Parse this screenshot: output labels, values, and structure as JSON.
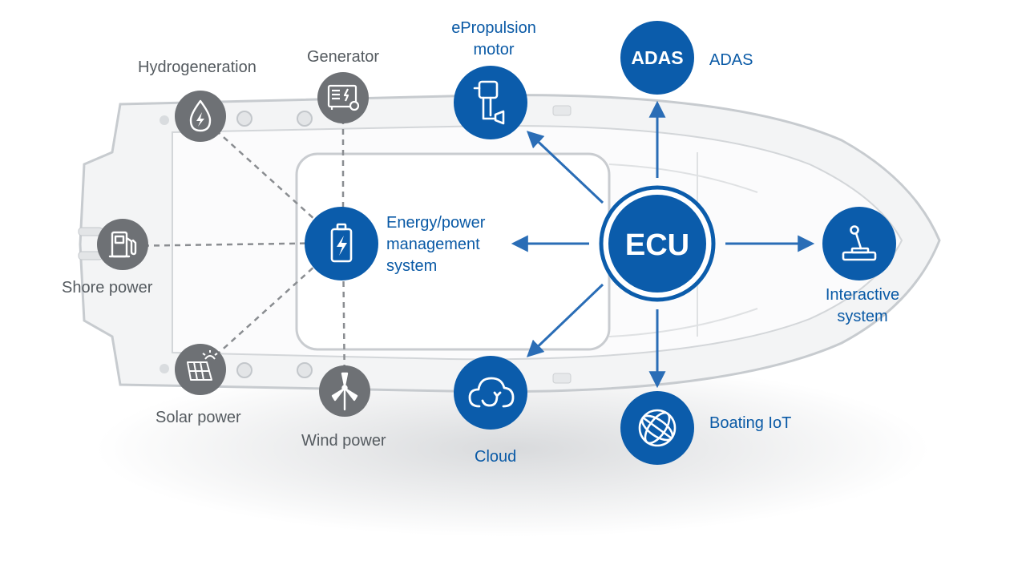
{
  "colors": {
    "blue": "#0b5cab",
    "blue_text": "#0a5aa6",
    "gray_node": "#6e7175",
    "gray_text": "#555b60",
    "hull": "#f2f3f4",
    "hull_edge": "#c9cdd1",
    "arrow": "#2a6db6"
  },
  "center_node": {
    "label": "ECU"
  },
  "nodes": {
    "adas": {
      "badge": "ADAS",
      "label": "ADAS"
    },
    "epropulsion": {
      "label": "ePropulsion\nmotor",
      "icon": "outboard-motor-icon"
    },
    "energy": {
      "label": "Energy/power\nmanagement\nsystem",
      "icon": "battery-icon"
    },
    "interactive": {
      "label": "Interactive\nsystem",
      "icon": "joystick-icon"
    },
    "cloud": {
      "label": "Cloud",
      "icon": "cloud-icon"
    },
    "iot": {
      "label": "Boating IoT",
      "icon": "globe-icon"
    }
  },
  "sources": {
    "hydrogeneration": {
      "label": "Hydrogeneration",
      "icon": "water-drop-bolt-icon"
    },
    "generator": {
      "label": "Generator",
      "icon": "generator-icon"
    },
    "shore": {
      "label": "Shore power",
      "icon": "fuel-pump-icon"
    },
    "solar": {
      "label": "Solar power",
      "icon": "solar-panel-icon"
    },
    "wind": {
      "label": "Wind power",
      "icon": "wind-turbine-icon"
    }
  }
}
